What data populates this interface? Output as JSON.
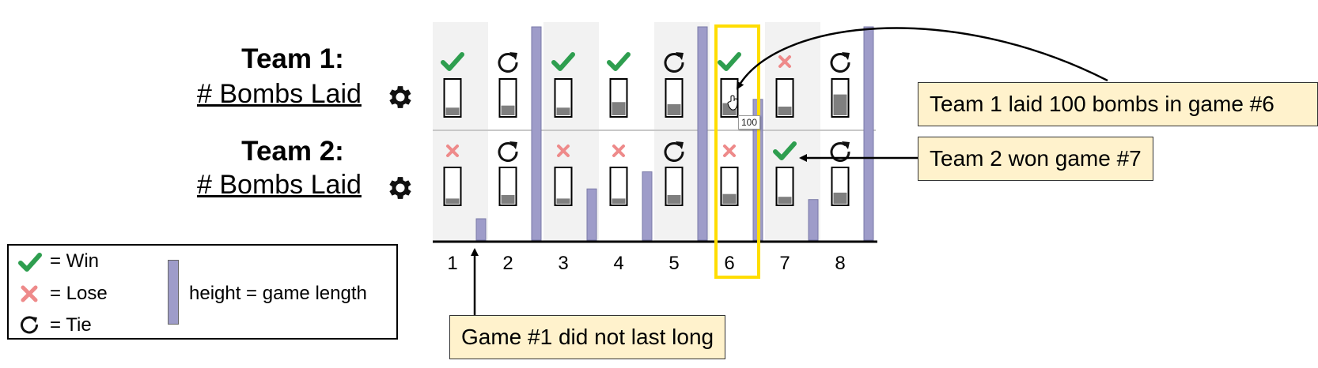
{
  "rows": [
    {
      "title": "Team 1:",
      "metric": "# Bombs Laid"
    },
    {
      "title": "Team 2:",
      "metric": "# Bombs Laid"
    }
  ],
  "chart_data": {
    "type": "table",
    "games": [
      1,
      2,
      3,
      4,
      5,
      6,
      7,
      8
    ],
    "team1_results": [
      "win",
      "tie",
      "win",
      "win",
      "tie",
      "win",
      "lose",
      "tie"
    ],
    "team2_results": [
      "lose",
      "tie",
      "lose",
      "lose",
      "tie",
      "lose",
      "win",
      "tie"
    ],
    "team1_bombs_fraction": [
      0.22,
      0.28,
      0.22,
      0.38,
      0.32,
      0.35,
      0.25,
      0.6
    ],
    "team2_bombs_fraction": [
      0.15,
      0.25,
      0.15,
      0.15,
      0.25,
      0.28,
      0.2,
      0.32
    ],
    "game_length_fraction": [
      0.1,
      1.0,
      0.24,
      0.32,
      1.0,
      0.66,
      0.19,
      1.0
    ],
    "selected_game": 6,
    "tooltip_value": "100"
  },
  "legend": {
    "win_label": "= Win",
    "lose_label": "= Lose",
    "tie_label": "= Tie",
    "bar_label": "height = game length"
  },
  "callouts": {
    "team1_game6": "Team 1 laid 100 bombs in game #6",
    "team2_game7": "Team 2 won game #7",
    "game1_short": "Game #1 did not last long"
  },
  "colors": {
    "win": "#2e9e4f",
    "lose": "#ee8a8a",
    "bar": "#9e9cc9",
    "shade": "#f2f2f2",
    "highlight": "#ffdd00",
    "callout_bg": "#fff2cc",
    "fill": "#7f7f7f"
  }
}
